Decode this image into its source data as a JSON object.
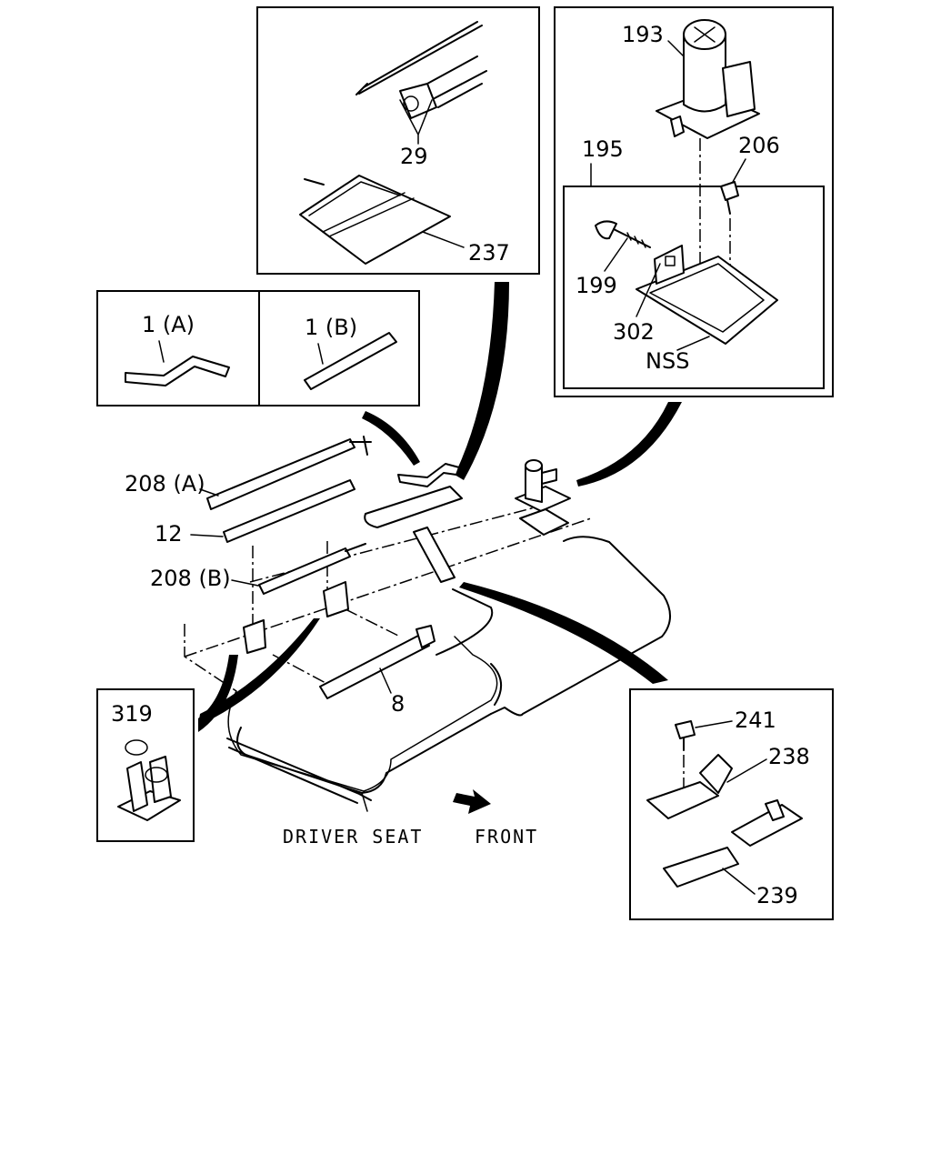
{
  "callouts": {
    "c193": "193",
    "c195": "195",
    "c206": "206",
    "c199": "199",
    "c302": "302",
    "nss": "NSS",
    "c29": "29",
    "c237": "237",
    "c1a": "1 (A)",
    "c1b": "1 (B)",
    "c208a": "208 (A)",
    "c12": "12",
    "c208b": "208 (B)",
    "c8": "8",
    "c319": "319",
    "c241": "241",
    "c238": "238",
    "c239": "239"
  },
  "captions": {
    "driver_seat": "DRIVER SEAT",
    "front": "FRONT"
  }
}
